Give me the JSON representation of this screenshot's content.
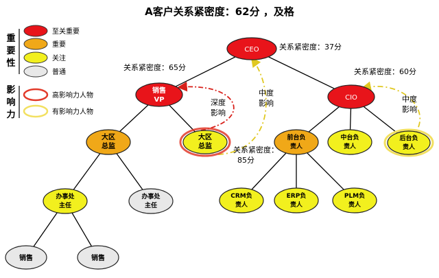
{
  "title": "A客户关系紧密度：62分 ，及格",
  "legend": {
    "importance_heading": [
      "重",
      "要",
      "性"
    ],
    "influence_heading": [
      "影",
      "响",
      "力"
    ],
    "importance_items": [
      {
        "label": "至关重要",
        "color": "#e8141a"
      },
      {
        "label": "重要",
        "color": "#f0a818"
      },
      {
        "label": "关注",
        "color": "#f2f01e"
      },
      {
        "label": "普通",
        "color": "#e8e8e8"
      }
    ],
    "influence_items": [
      {
        "label": "高影响力人物",
        "ring": "#e23a2a"
      },
      {
        "label": "有影响力人物",
        "ring": "#f2e060"
      }
    ]
  },
  "nodes": {
    "ceo": {
      "label": [
        "CEO"
      ],
      "level": "至关重要"
    },
    "sales_vp": {
      "label": [
        "销售",
        "VP"
      ],
      "level": "至关重要"
    },
    "cio": {
      "label": [
        "CIO"
      ],
      "level": "至关重要"
    },
    "region_a": {
      "label": [
        "大区",
        "总监"
      ],
      "level": "重要"
    },
    "region_b": {
      "label": [
        "大区",
        "总监"
      ],
      "level": "关注"
    },
    "front": {
      "label": [
        "前台负",
        "责人"
      ],
      "level": "重要"
    },
    "middle": {
      "label": [
        "中台负",
        "责人"
      ],
      "level": "关注"
    },
    "back": {
      "label": [
        "后台负",
        "责人"
      ],
      "level": "关注"
    },
    "office_a": {
      "label": [
        "办事处",
        "主任"
      ],
      "level": "关注"
    },
    "office_b": {
      "label": [
        "办事处",
        "主任"
      ],
      "level": "普通"
    },
    "sales_1": {
      "label": [
        "销售"
      ],
      "level": "普通"
    },
    "sales_2": {
      "label": [
        "销售"
      ],
      "level": "普通"
    },
    "crm": {
      "label": [
        "CRM负",
        "责人"
      ],
      "level": "关注"
    },
    "erp": {
      "label": [
        "ERP负",
        "责人"
      ],
      "level": "关注"
    },
    "plm": {
      "label": [
        "PLM负",
        "责人"
      ],
      "level": "关注"
    }
  },
  "scores": {
    "ceo": "关系紧密度：37分",
    "sales_vp": "关系紧密度：65分",
    "cio": "关系紧密度：60分",
    "front": [
      "关系紧密度：",
      "85分"
    ]
  },
  "influence_labels": {
    "deep": [
      "深度",
      "影响"
    ],
    "medium_center": [
      "中度",
      "影响"
    ],
    "medium_right": [
      "中度",
      "影响"
    ]
  }
}
